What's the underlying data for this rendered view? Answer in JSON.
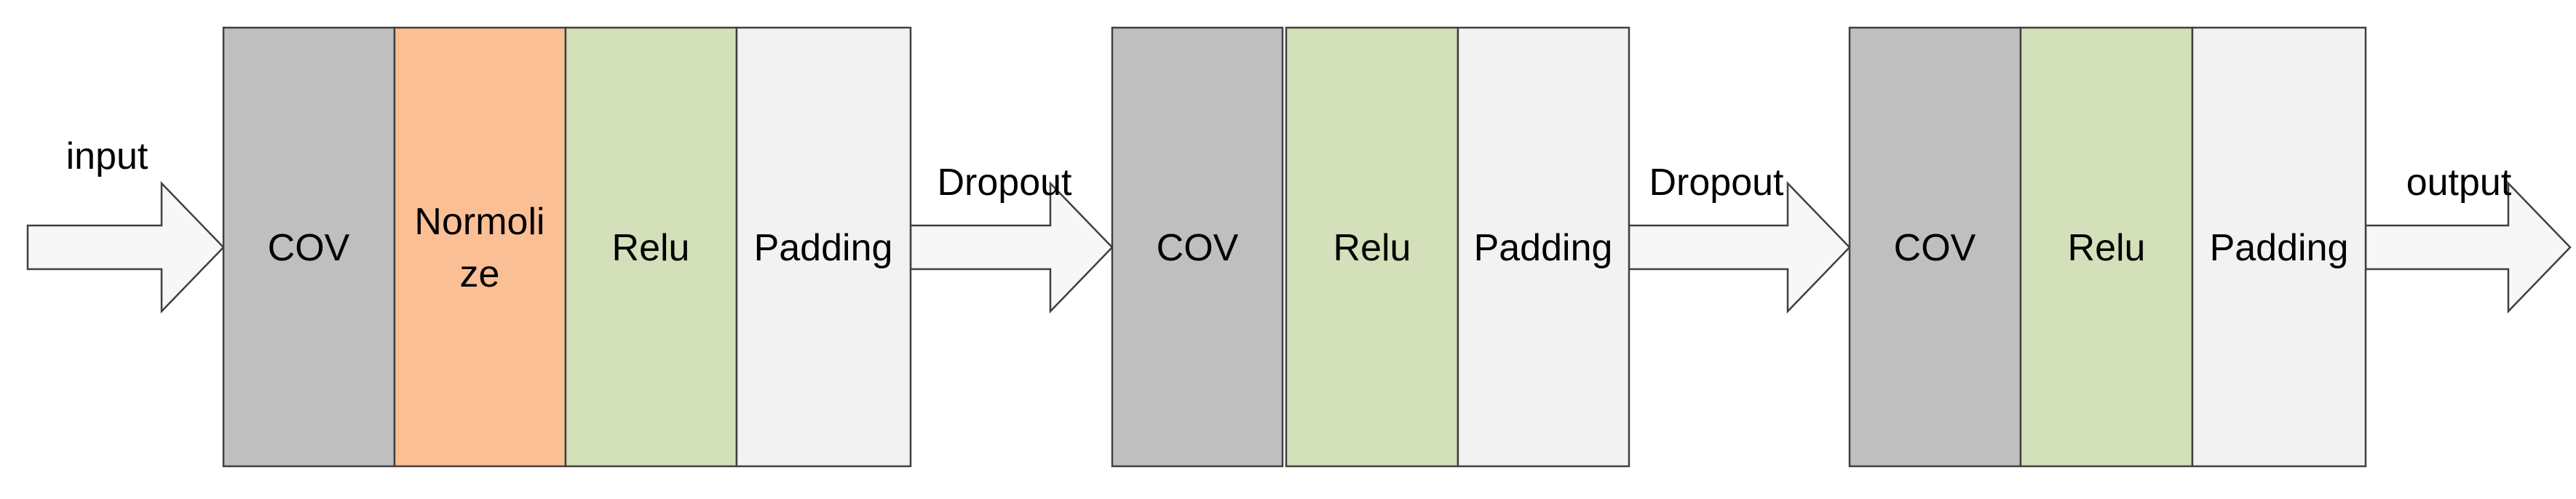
{
  "diagram": {
    "colors": {
      "cov": "#bfbfbf",
      "normalize": "#fbbf96",
      "relu": "#d3e0b9",
      "padding": "#f2f2f2",
      "arrow_fill": "#f7f7f7",
      "stroke": "#404040"
    },
    "labels": {
      "input": "input",
      "dropout_1": "Dropout",
      "dropout_2": "Dropout",
      "output": "output"
    },
    "block1": {
      "cov": "COV",
      "normalize_line1": "Normoli",
      "normalize_line2": "ze",
      "relu": "Relu",
      "padding": "Padding"
    },
    "block2": {
      "cov": "COV",
      "relu": "Relu",
      "padding": "Padding"
    },
    "block3": {
      "cov": "COV",
      "relu": "Relu",
      "padding": "Padding"
    }
  }
}
